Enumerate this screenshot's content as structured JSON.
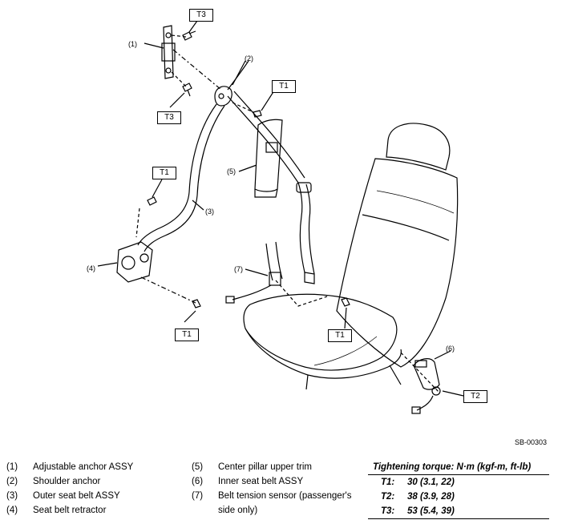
{
  "diagram": {
    "callouts": [
      "(1)",
      "(2)",
      "(3)",
      "(4)",
      "(5)",
      "(6)",
      "(7)"
    ],
    "torque_boxes": [
      "T3",
      "T3",
      "T1",
      "T1",
      "T1",
      "T1",
      "T2"
    ],
    "figure_code": "SB-00303"
  },
  "legend": {
    "col1": [
      {
        "num": "(1)",
        "text": "Adjustable anchor ASSY"
      },
      {
        "num": "(2)",
        "text": "Shoulder anchor"
      },
      {
        "num": "(3)",
        "text": "Outer seat belt ASSY"
      },
      {
        "num": "(4)",
        "text": "Seat belt retractor"
      }
    ],
    "col2": [
      {
        "num": "(5)",
        "text": "Center pillar upper trim"
      },
      {
        "num": "(6)",
        "text": "Inner seat belt ASSY"
      },
      {
        "num": "(7)",
        "text": "Belt tension sensor (passenger's"
      },
      {
        "num": "",
        "text": "side only)"
      }
    ]
  },
  "torque": {
    "title": "Tightening torque: N·m (kgf-m, ft-lb)",
    "rows": [
      {
        "key": "T1:",
        "value": "30 (3.1, 22)"
      },
      {
        "key": "T2:",
        "value": "38 (3.9, 28)"
      },
      {
        "key": "T3:",
        "value": "53 (5.4, 39)"
      }
    ]
  }
}
